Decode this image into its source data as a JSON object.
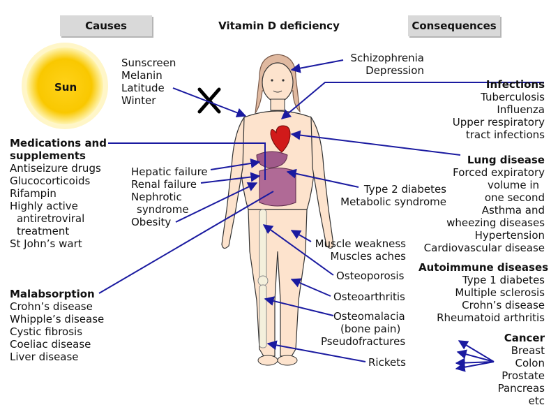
{
  "headers": {
    "causes": "Causes",
    "title": "Vitamin D deficiency",
    "consequences": "Consequences"
  },
  "sun": {
    "label": "Sun"
  },
  "sun_factors": [
    "Sunscreen",
    "Melanin",
    "Latitude",
    "Winter"
  ],
  "medications": {
    "heading1": "Medications and",
    "heading2": "supplements",
    "items": [
      "Antiseizure drugs",
      "Glucocorticoids",
      "Rifampin",
      "Highly active",
      "  antiretroviral",
      "  treatment",
      "St John’s wart"
    ]
  },
  "malabsorption": {
    "heading": "Malabsorption",
    "items": [
      "Crohn’s disease",
      "Whipple’s disease",
      "Cystic fibrosis",
      "Coeliac disease",
      "Liver disease"
    ]
  },
  "organ_causes": [
    "Hepatic failure",
    "Renal failure",
    "Nephrotic",
    "  syndrome",
    "Obesity"
  ],
  "mental": [
    "Schizophrenia",
    "Depression"
  ],
  "metabolic": [
    "Type 2 diabetes",
    "Metabolic syndrome"
  ],
  "muscle": [
    "Muscle weakness",
    "Muscles aches"
  ],
  "osteoporosis": "Osteoporosis",
  "osteoarthritis": "Osteoarthritis",
  "osteomalacia": [
    "Osteomalacia",
    "(bone pain)",
    "Pseudofractures"
  ],
  "rickets": "Rickets",
  "infections": {
    "heading": "Infections",
    "items": [
      "Tuberculosis",
      "Influenza",
      "Upper respiratory",
      "tract infections"
    ]
  },
  "lung": {
    "heading": "Lung disease",
    "items": [
      "Forced expiratory",
      "volume in",
      "one second",
      "Asthma and",
      "wheezing diseases",
      "Hypertension",
      "Cardiovascular disease"
    ]
  },
  "autoimmune": {
    "heading": "Autoimmune diseases",
    "items": [
      "Type 1 diabetes",
      "Multiple sclerosis",
      "Crohn’s disease",
      "Rheumatoid arthritis"
    ]
  },
  "cancer": {
    "heading": "Cancer",
    "items": [
      "Breast",
      "Colon",
      "Prostate",
      "Pancreas",
      "etc"
    ]
  },
  "colors": {
    "arrow": "#1a1aa0",
    "sun_core": "#f5c400",
    "sun_glow": "#fff2a0",
    "skin": "#fde3cd",
    "heart": "#d11a1a",
    "organ_purple": "#a0568a",
    "bone": "#f4f0dc"
  }
}
